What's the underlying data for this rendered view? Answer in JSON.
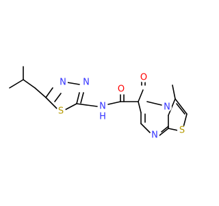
{
  "atoms": {
    "n1": {
      "text": "N",
      "color": "#3333ff"
    },
    "n2": {
      "text": "N",
      "color": "#3333ff"
    },
    "s1": {
      "text": "S",
      "color": "#b59a00"
    },
    "nh": {
      "text": "N",
      "color": "#3333ff"
    },
    "h": {
      "text": "H",
      "color": "#3333ff"
    },
    "o1": {
      "text": "O",
      "color": "#ff0000"
    },
    "o2": {
      "text": "O",
      "color": "#ff0000"
    },
    "n3": {
      "text": "N",
      "color": "#3333ff"
    },
    "n4": {
      "text": "N",
      "color": "#3333ff"
    },
    "s2": {
      "text": "S",
      "color": "#b59a00"
    }
  },
  "colors": {
    "bond": "#000000",
    "nitrogen": "#3333ff",
    "oxygen": "#ff0000",
    "sulfur": "#b59a00",
    "background": "#ffffff"
  }
}
